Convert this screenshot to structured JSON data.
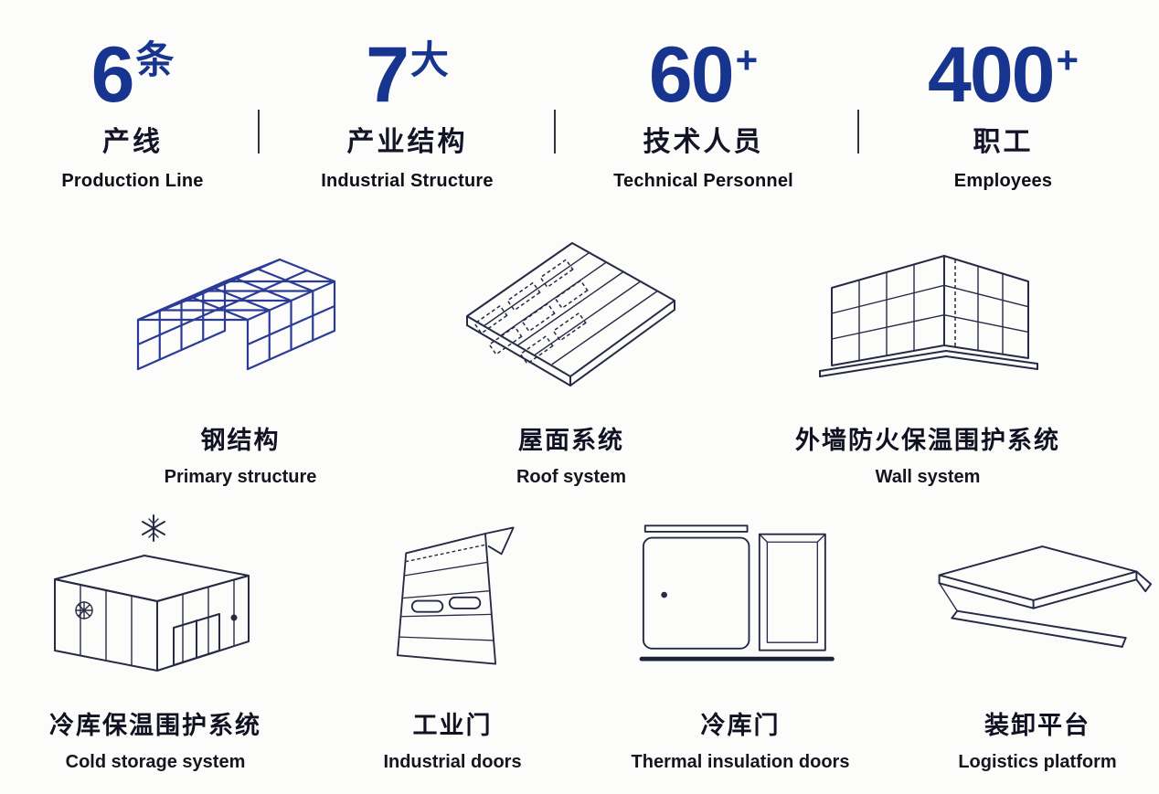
{
  "stats": [
    {
      "value": "6",
      "suffix": "条",
      "zh": "产线",
      "en": "Production Line"
    },
    {
      "value": "7",
      "suffix": "大",
      "zh": "产业结构",
      "en": "Industrial Structure"
    },
    {
      "value": "60",
      "suffix": "+",
      "zh": "技术人员",
      "en": "Technical Personnel"
    },
    {
      "value": "400",
      "suffix": "+",
      "zh": "职工",
      "en": "Employees"
    }
  ],
  "products": [
    {
      "zh": "钢结构",
      "en": "Primary structure",
      "icon": "steel-structure-icon"
    },
    {
      "zh": "屋面系统",
      "en": "Roof system",
      "icon": "roof-system-icon"
    },
    {
      "zh": "外墙防火保温围护系统",
      "en": "Wall system",
      "icon": "wall-system-icon"
    },
    {
      "zh": "冷库保温围护系统",
      "en": "Cold storage system",
      "icon": "cold-storage-icon"
    },
    {
      "zh": "工业门",
      "en": "Industrial doors",
      "icon": "industrial-door-icon"
    },
    {
      "zh": "冷库门",
      "en": "Thermal insulation doors",
      "icon": "cold-storage-door-icon"
    },
    {
      "zh": "装卸平台",
      "en": "Logistics platform",
      "icon": "loading-platform-icon"
    }
  ],
  "colors": {
    "accent_blue": "#17348f",
    "steel_blue": "#2b3b97",
    "line_navy": "#262a45",
    "text_dark": "#101122",
    "background": "#fcfcfa"
  }
}
